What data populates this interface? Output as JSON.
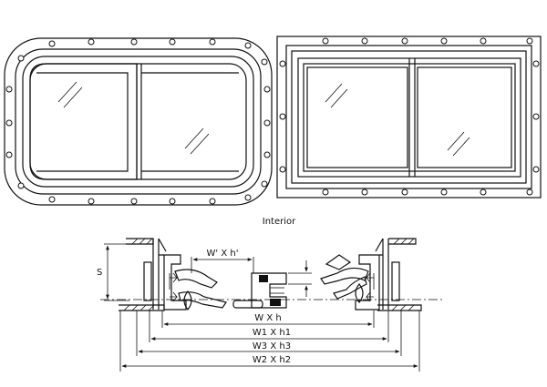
{
  "section_label": "Interior",
  "dims": {
    "s": "S",
    "opening_wh": "W' X h'",
    "wh": "W X h",
    "w1h1": "W1 X h1",
    "w3h3": "W3 X h3",
    "w2h2": "W2 X h2"
  }
}
